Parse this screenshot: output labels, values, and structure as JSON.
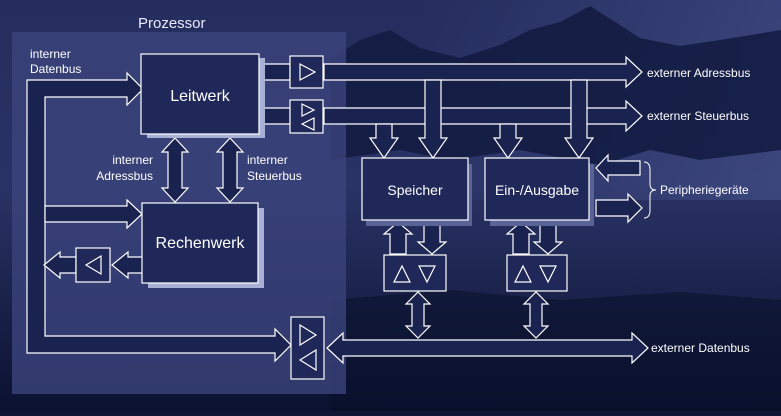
{
  "processor": {
    "title": "Prozessor"
  },
  "units": {
    "leitwerk": "Leitwerk",
    "rechenwerk": "Rechenwerk",
    "speicher": "Speicher",
    "io": "Ein-/Ausgabe"
  },
  "internal_buses": {
    "data_line1": "interner",
    "data_line2": "Datenbus",
    "addr_line1": "interner",
    "addr_line2": "Adressbus",
    "ctrl_line1": "interner",
    "ctrl_line2": "Steuerbus"
  },
  "external_buses": {
    "address": "externer Adressbus",
    "control": "externer Steuerbus",
    "data": "externer Datenbus"
  },
  "peripherals": "Peripheriegeräte",
  "colors": {
    "background_top": "#2c3568",
    "background_bottom": "#0c1230",
    "processor_panel": "#3b447c",
    "box_fill": "#20295a",
    "line": "#ffffff"
  }
}
